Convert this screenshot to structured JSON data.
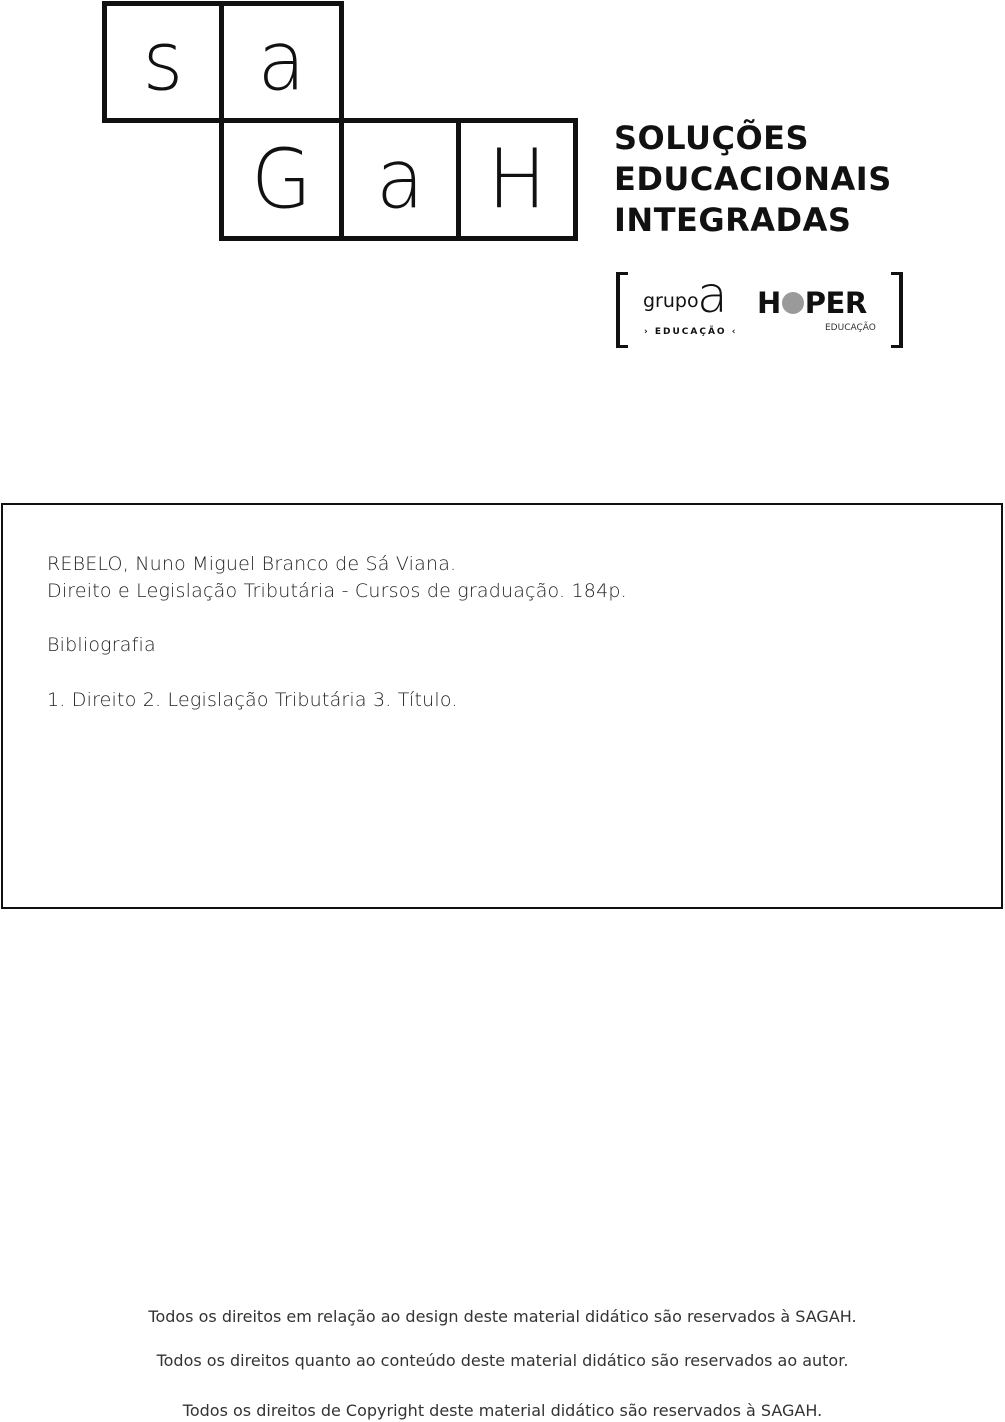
{
  "logo": {
    "cells": [
      "s",
      "a",
      "G",
      "a",
      "H"
    ],
    "tagline": [
      "SOLUÇÕES",
      "EDUCACIONAIS",
      "INTEGRADAS"
    ]
  },
  "partners": {
    "grupo_word": "grupo",
    "grupo_letter": "a",
    "grupo_subtitle": "› EDUCAÇÃO ‹",
    "hoper_prefix": "H",
    "hoper_suffix": "PER",
    "hoper_subtitle": "EDUCAÇÃO"
  },
  "catalog": {
    "author": "REBELO, Nuno Miguel Branco de Sá Viana.",
    "title_line": "Direito e Legislação Tributária  - Cursos de graduação. 184p.",
    "bibliography": "Bibliografia",
    "subjects": "1. Direito 2. Legislação Tributária 3. Título."
  },
  "rights": [
    "Todos os direitos em relação ao design deste material didático são reservados à SAGAH.",
    "Todos os direitos quanto ao conteúdo deste material didático são reservados ao autor.",
    "Todos os direitos de Copyright deste material didático são reservados à SAGAH."
  ]
}
